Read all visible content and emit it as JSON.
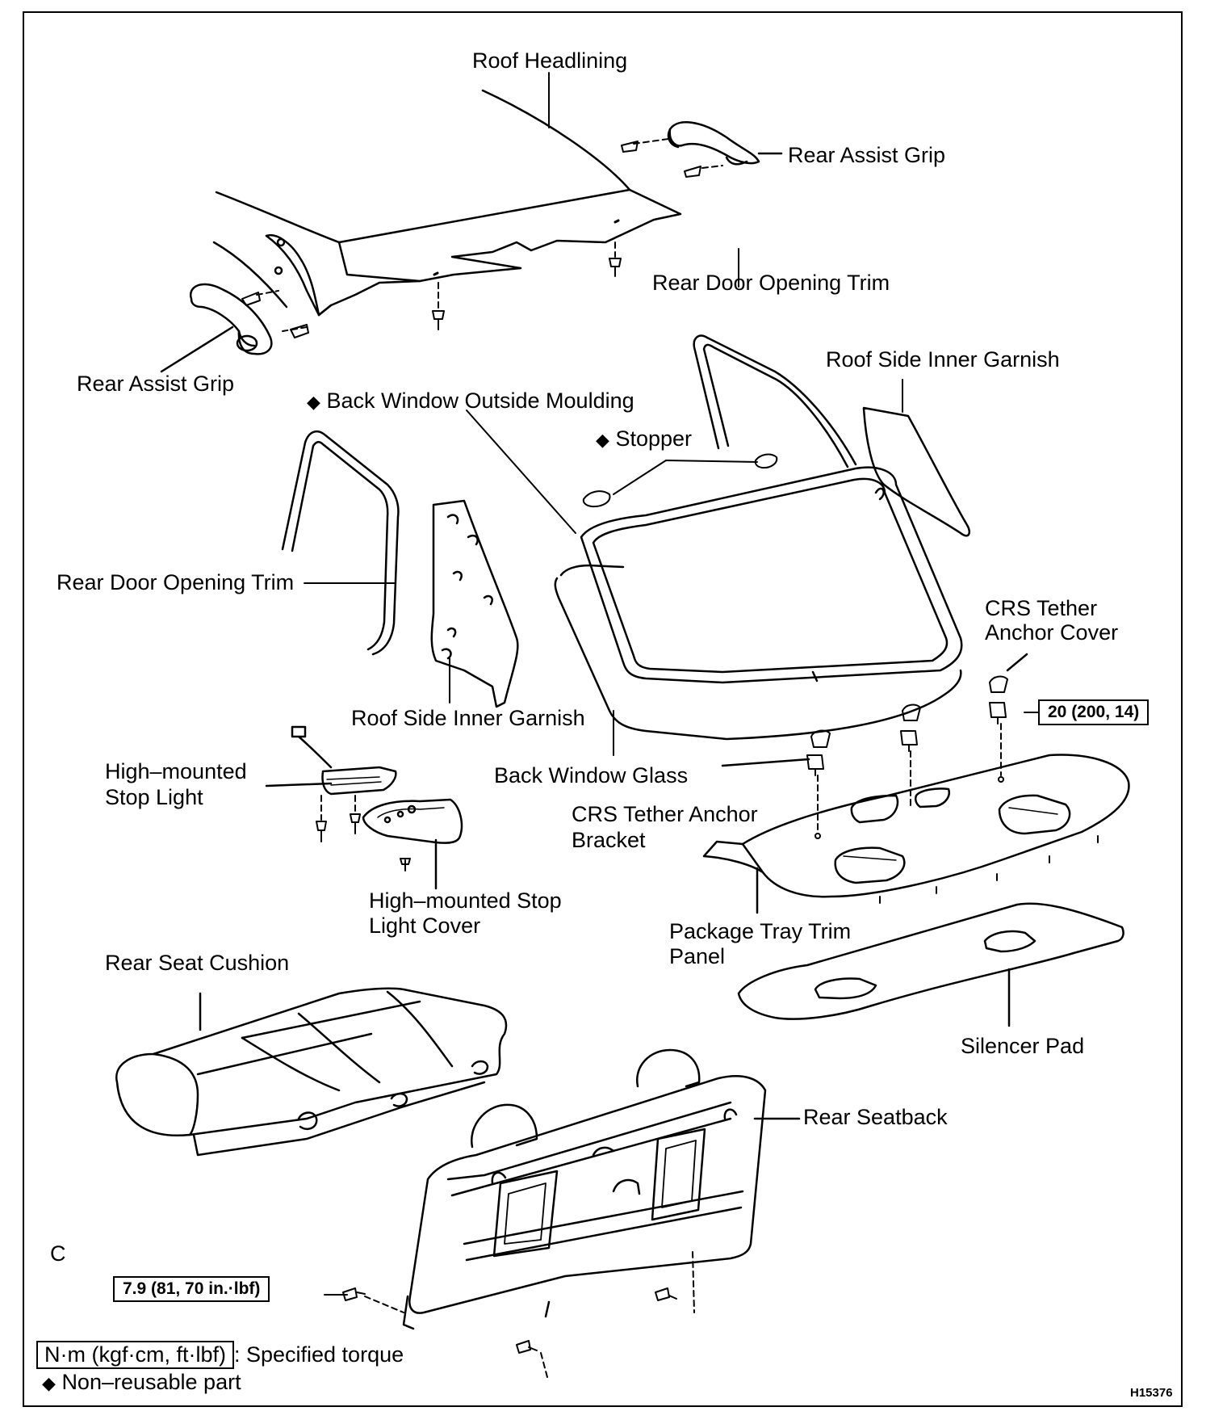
{
  "labels": {
    "roof_headlining": "Roof Headlining",
    "rear_assist_grip_right": "Rear Assist Grip",
    "rear_assist_grip_left": "Rear Assist Grip",
    "rear_door_opening_trim_top": "Rear Door Opening Trim",
    "roof_side_inner_garnish_right": "Roof Side Inner Garnish",
    "back_window_outside_moulding": "Back Window Outside Moulding",
    "stopper": "Stopper",
    "rear_door_opening_trim_left": "Rear Door Opening Trim",
    "crs_tether_anchor_cover_1": "CRS Tether",
    "crs_tether_anchor_cover_2": "Anchor Cover",
    "roof_side_inner_garnish_left": "Roof Side Inner Garnish",
    "high_mounted_stop_light_1": "High–mounted",
    "high_mounted_stop_light_2": "Stop Light",
    "back_window_glass": "Back Window Glass",
    "crs_tether_anchor_bracket_1": "CRS Tether Anchor",
    "crs_tether_anchor_bracket_2": "Bracket",
    "stop_light_cover_1": "High–mounted Stop",
    "stop_light_cover_2": "Light Cover",
    "package_tray_trim_panel_1": "Package Tray Trim",
    "package_tray_trim_panel_2": "Panel",
    "rear_seat_cushion": "Rear Seat Cushion",
    "silencer_pad": "Silencer Pad",
    "rear_seatback": "Rear Seatback",
    "section_code": "C"
  },
  "torques": {
    "anchor_bolt": "20 (200, 14)",
    "seatback_bolt": "7.9 (81, 70 in.·lbf)"
  },
  "legend": {
    "torque_unit": "N·m (kgf·cm, ft·lbf)",
    "torque_desc": ": Specified torque",
    "non_reusable_symbol": "◆",
    "non_reusable_desc": "Non–reusable part"
  },
  "figure_code": "H15376"
}
